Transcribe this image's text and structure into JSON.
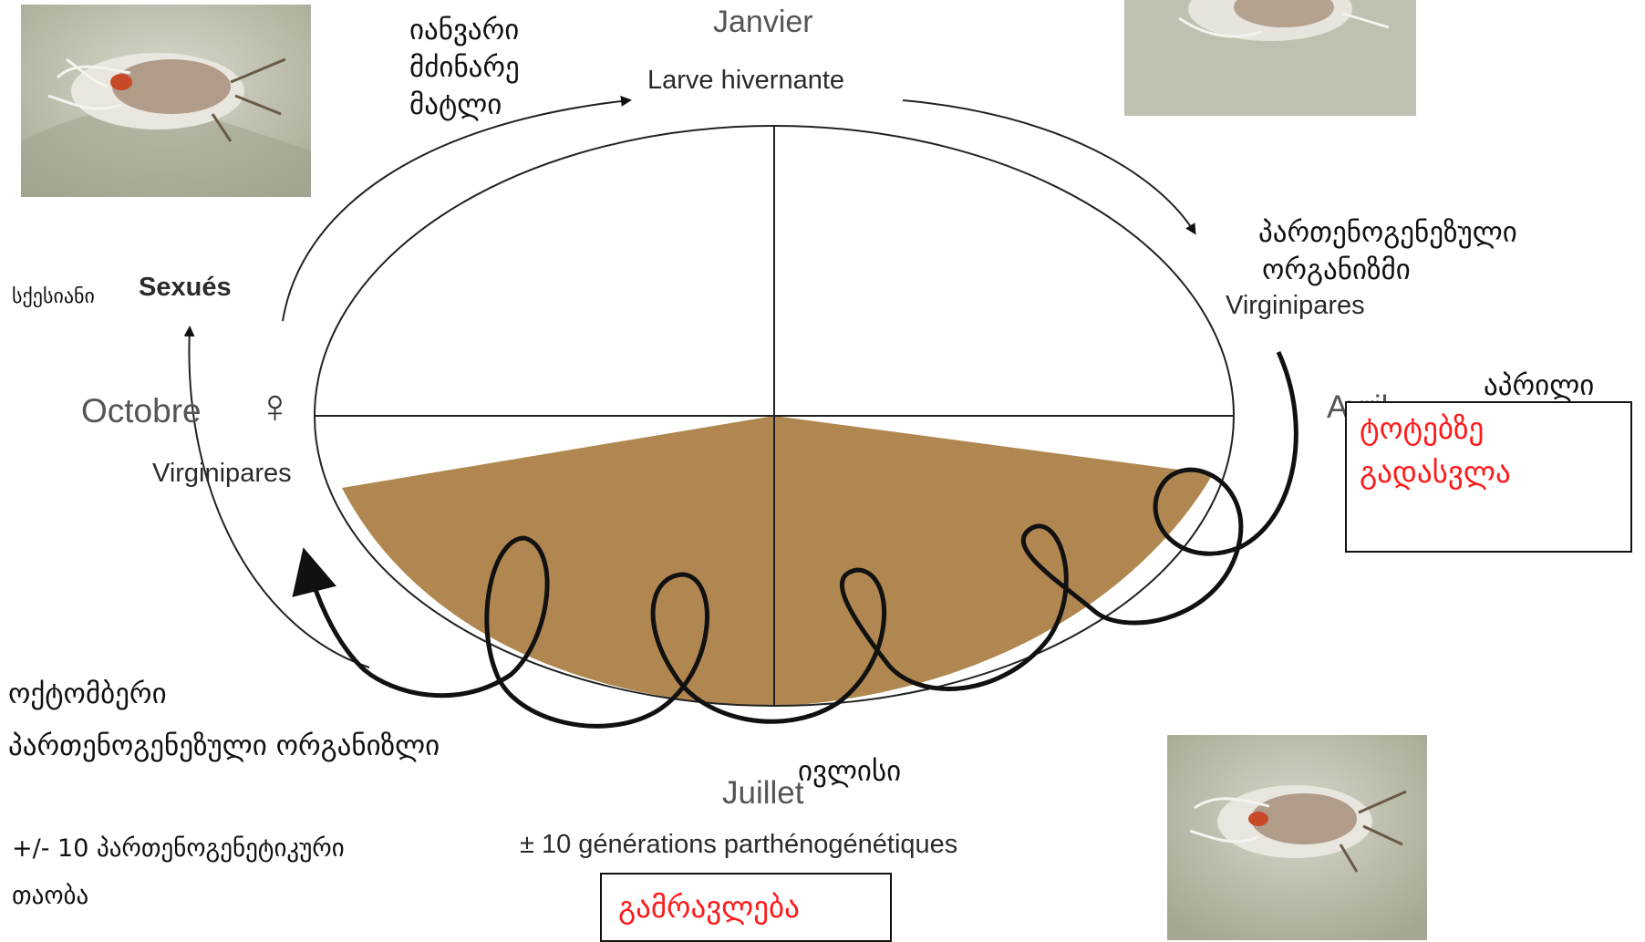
{
  "geo": {
    "january": [
      "იანვარი",
      "მძინარე",
      "მატლი"
    ],
    "parthenogenetic_top": [
      "პართენოგენეზული",
      "ორგანიზმი"
    ],
    "sexual": "სქესიანი",
    "april": "აპრილი",
    "to_shoots": [
      "ტოტებზე",
      "გადასვლა"
    ],
    "october": [
      "ოქტომბერი",
      "პართენოგენეზული ორგანიზლი"
    ],
    "july": "ივლისი",
    "generations": [
      "+/- 10 პართენოგენეტიკური",
      "თაობა"
    ],
    "reproduction": "გამრავლება"
  },
  "french": {
    "janvier": "Janvier",
    "larve": "Larve hivernante",
    "virginipares_right": "Virginipares",
    "sexues": "Sexués",
    "octobre": "Octobre",
    "female_symbol": "♀",
    "virginipares_left": "Virginipares",
    "avril": "Avril",
    "juillet": "Juillet",
    "generations": "± 10 générations parthénogénétiques"
  },
  "colors": {
    "summer_fill": "#b08750",
    "highlight_text": "#ff1a1a",
    "photo_bg": "#c9cbbd"
  },
  "icons": [
    "aphid-photo",
    "female-symbol",
    "cycle-arrow"
  ]
}
